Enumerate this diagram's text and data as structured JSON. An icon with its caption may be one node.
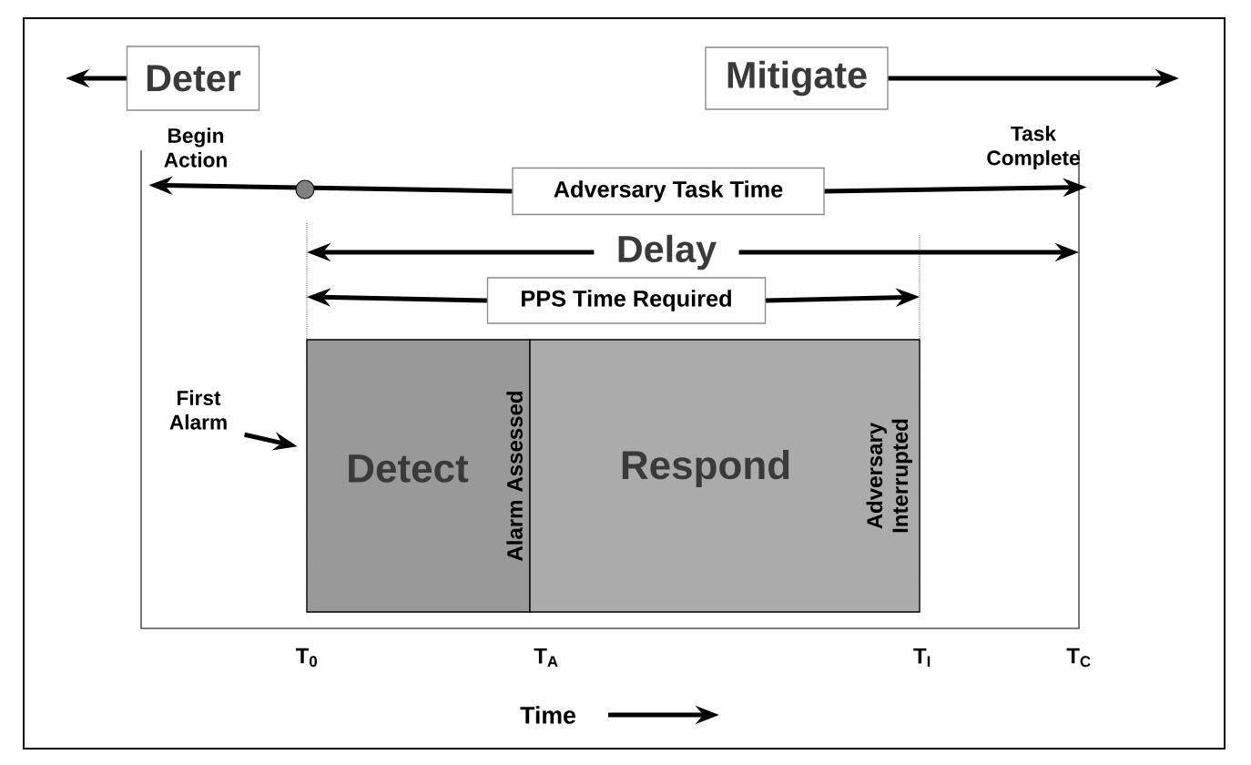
{
  "diagram": {
    "nodes": [
      {
        "text": [
          "Deter"
        ]
      },
      {
        "text": [
          "Mitigate"
        ]
      },
      {
        "text": [
          "Adversary Task Time"
        ]
      },
      {
        "text": [
          "Delay"
        ]
      },
      {
        "text": [
          "PPS Time Required"
        ]
      },
      {
        "text": [
          "First Alarm"
        ]
      },
      {
        "text": [
          "Detect",
          "Alarm Assessed"
        ]
      },
      {
        "text": [
          "Respond",
          "Adversary Interrupted"
        ]
      },
      {
        "text": [
          "Begin Action"
        ]
      },
      {
        "text": [
          "Task Complete"
        ]
      }
    ],
    "edges": [
      {
        "from": 0,
        "to": null,
        "arrow": "to"
      },
      {
        "from": 1,
        "to": null,
        "arrow": "to"
      },
      {
        "from": 2,
        "to": 8,
        "arrow": "to"
      },
      {
        "from": 2,
        "to": 9,
        "arrow": "to"
      },
      {
        "from": 3,
        "to": null,
        "arrow": "to"
      },
      {
        "from": 3,
        "to": null,
        "arrow": "to"
      },
      {
        "from": 4,
        "to": null,
        "arrow": "to"
      },
      {
        "from": 4,
        "to": null,
        "arrow": "to"
      },
      {
        "from": 5,
        "to": 6,
        "arrow": "to"
      }
    ],
    "labels": [
      "T$_{0}$",
      "T$_{A}$",
      "T$_{I}$",
      "T$_{C}$",
      "Time"
    ]
  }
}
